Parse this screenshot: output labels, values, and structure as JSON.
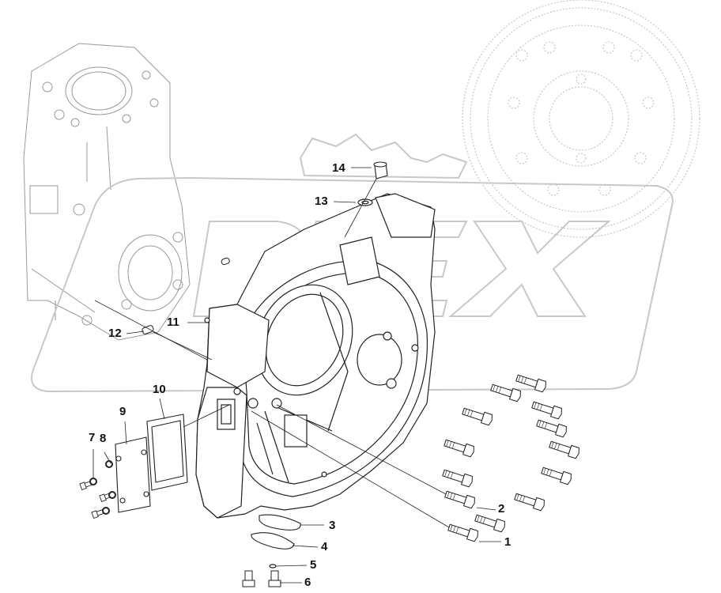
{
  "diagram": {
    "callouts": [
      {
        "id": "1",
        "text": "1"
      },
      {
        "id": "2",
        "text": "2"
      },
      {
        "id": "3",
        "text": "3"
      },
      {
        "id": "4",
        "text": "4"
      },
      {
        "id": "5",
        "text": "5"
      },
      {
        "id": "6",
        "text": "6"
      },
      {
        "id": "7",
        "text": "7"
      },
      {
        "id": "8",
        "text": "8"
      },
      {
        "id": "9",
        "text": "9"
      },
      {
        "id": "10",
        "text": "10"
      },
      {
        "id": "11",
        "text": "11"
      },
      {
        "id": "12",
        "text": "12"
      },
      {
        "id": "13",
        "text": "13"
      },
      {
        "id": "14",
        "text": "14"
      }
    ],
    "watermark": {
      "text": "DIEX"
    },
    "colors": {
      "line": "#222222",
      "watermark": "#c8c8c8",
      "ghost": "#bdbdbd"
    }
  }
}
